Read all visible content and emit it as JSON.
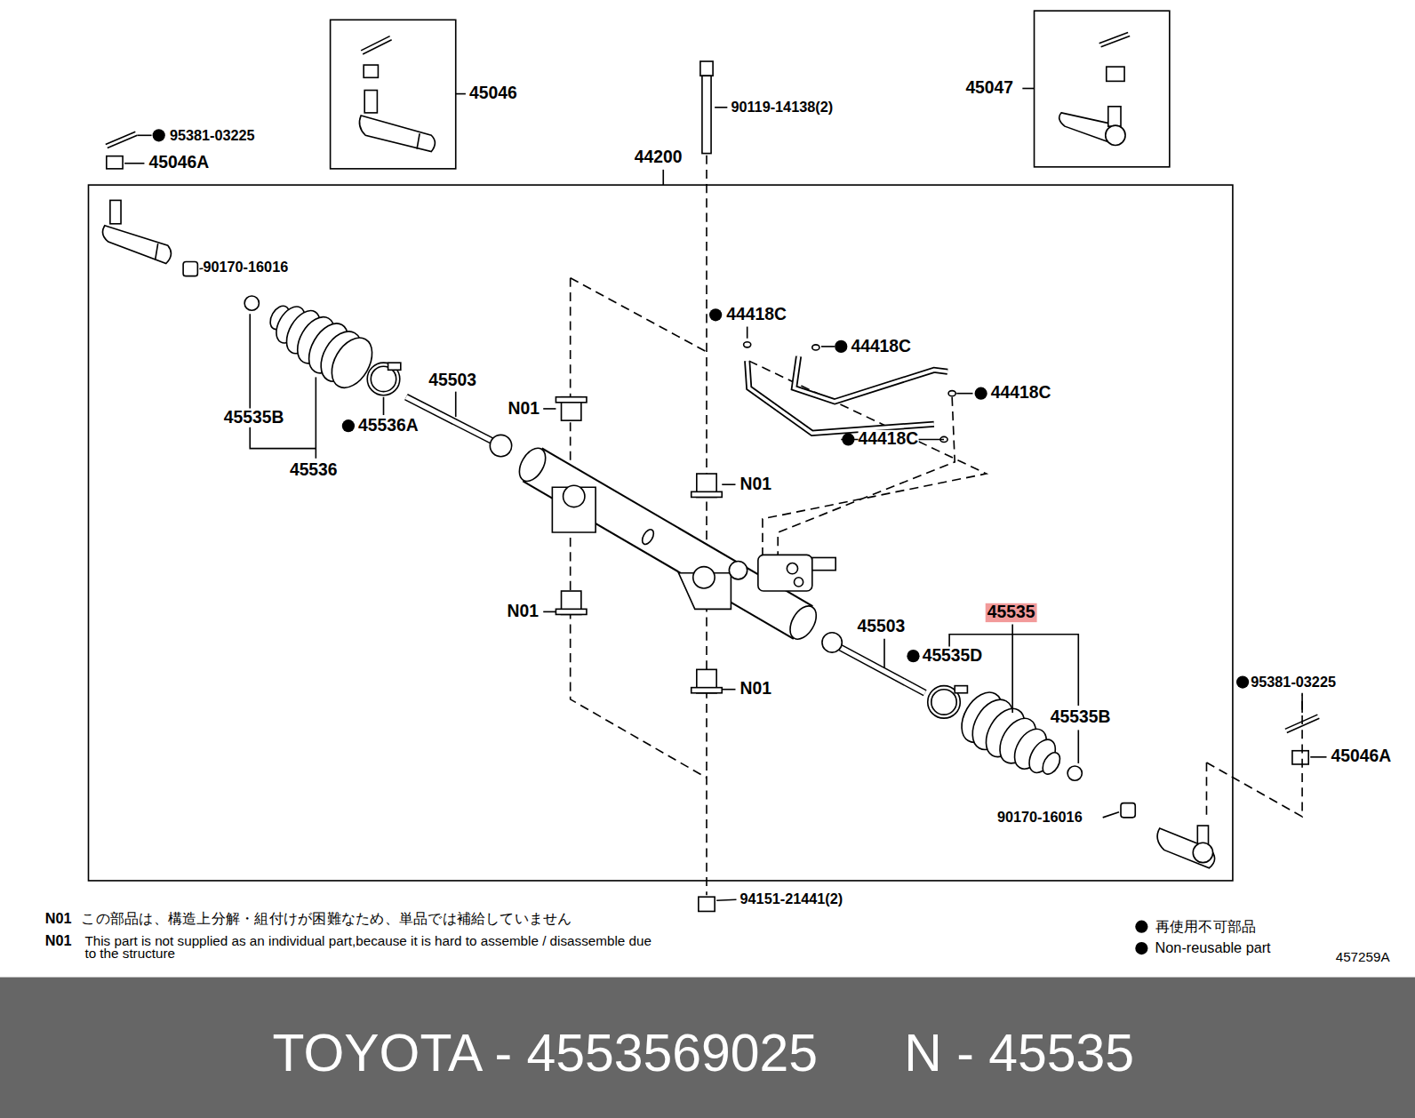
{
  "diagram": {
    "labels": [
      "45046",
      "45047",
      "90119-14138(2)",
      "95381-03225",
      "45046A",
      "44200",
      "90170-16016",
      "44418C",
      "44418C",
      "44418C",
      "45503",
      "N01",
      "45535B",
      "45536A",
      "44418C",
      "45536",
      "N01",
      "N01",
      "45535",
      "45503",
      "45535D",
      "N01",
      "95381-03225",
      "45535B",
      "45046A",
      "90170-16016",
      "94151-21441(2)",
      "N01",
      "この部品は、構造上分解・組付けが困難なため、単品では補給していません",
      "N01",
      "This part is not supplied as an individual part,because it is hard to assemble / disassemble due to the structure",
      "再使用不可部品",
      "Non-reusable part",
      "457259A",
      "TOYOTA - 4553569025",
      "N - 45535"
    ]
  }
}
